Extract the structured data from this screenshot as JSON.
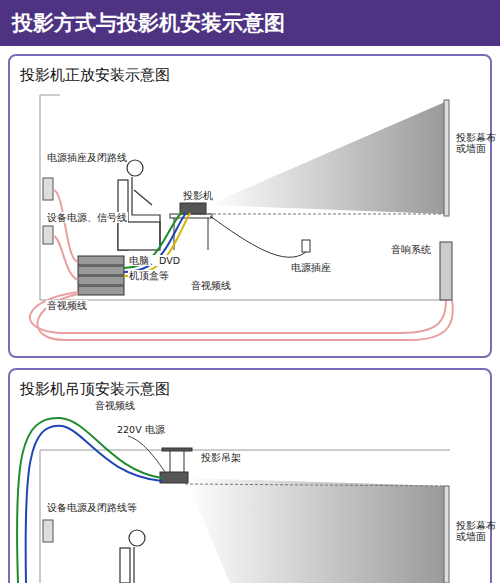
{
  "diagram": {
    "title": "投影方式与投影机安装示意图",
    "nodes": [
      {
        "text": [
          "投影机正放安装示意图"
        ]
      },
      {
        "text": [
          "投影机吊顶安装示意图"
        ]
      }
    ],
    "labels": [
      "电源插座及闭路线",
      "设备电源、信号线",
      "投影机",
      "投影幕布或墙面",
      "电脑、DVD",
      "机顶盒等",
      "音视频线",
      "电源插座",
      "音响系统",
      "音视频线",
      "音视频线",
      "220V 电源",
      "投影吊架",
      "设备电源及闭路线等",
      "投影幕布或墙面"
    ]
  }
}
